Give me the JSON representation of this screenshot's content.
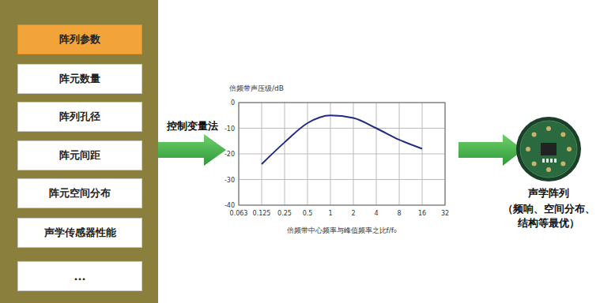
{
  "diagram": {
    "nodes": [
      {
        "text": [
          "阵列参数"
        ]
      },
      {
        "text": [
          "阵元数量"
        ]
      },
      {
        "text": [
          "阵列孔径"
        ]
      },
      {
        "text": [
          "阵元间距"
        ]
      },
      {
        "text": [
          "阵元空间分布"
        ]
      },
      {
        "text": [
          "声学传感器性能"
        ]
      },
      {
        "text": [
          "..."
        ]
      },
      {
        "text": [
          "声学阵列",
          "（频响、空间分布、结构等最优）"
        ]
      }
    ],
    "labels": [
      "控制变量法",
      "倍频带声压级/dB",
      "0",
      "-10",
      "-20",
      "-30",
      "-40",
      "0.063",
      "0.125",
      "0.25",
      "0.5",
      "1",
      "2",
      "4",
      "8",
      "16",
      "32",
      "倍频带中心频率与峰值频率之比f/f₀"
    ]
  }
}
